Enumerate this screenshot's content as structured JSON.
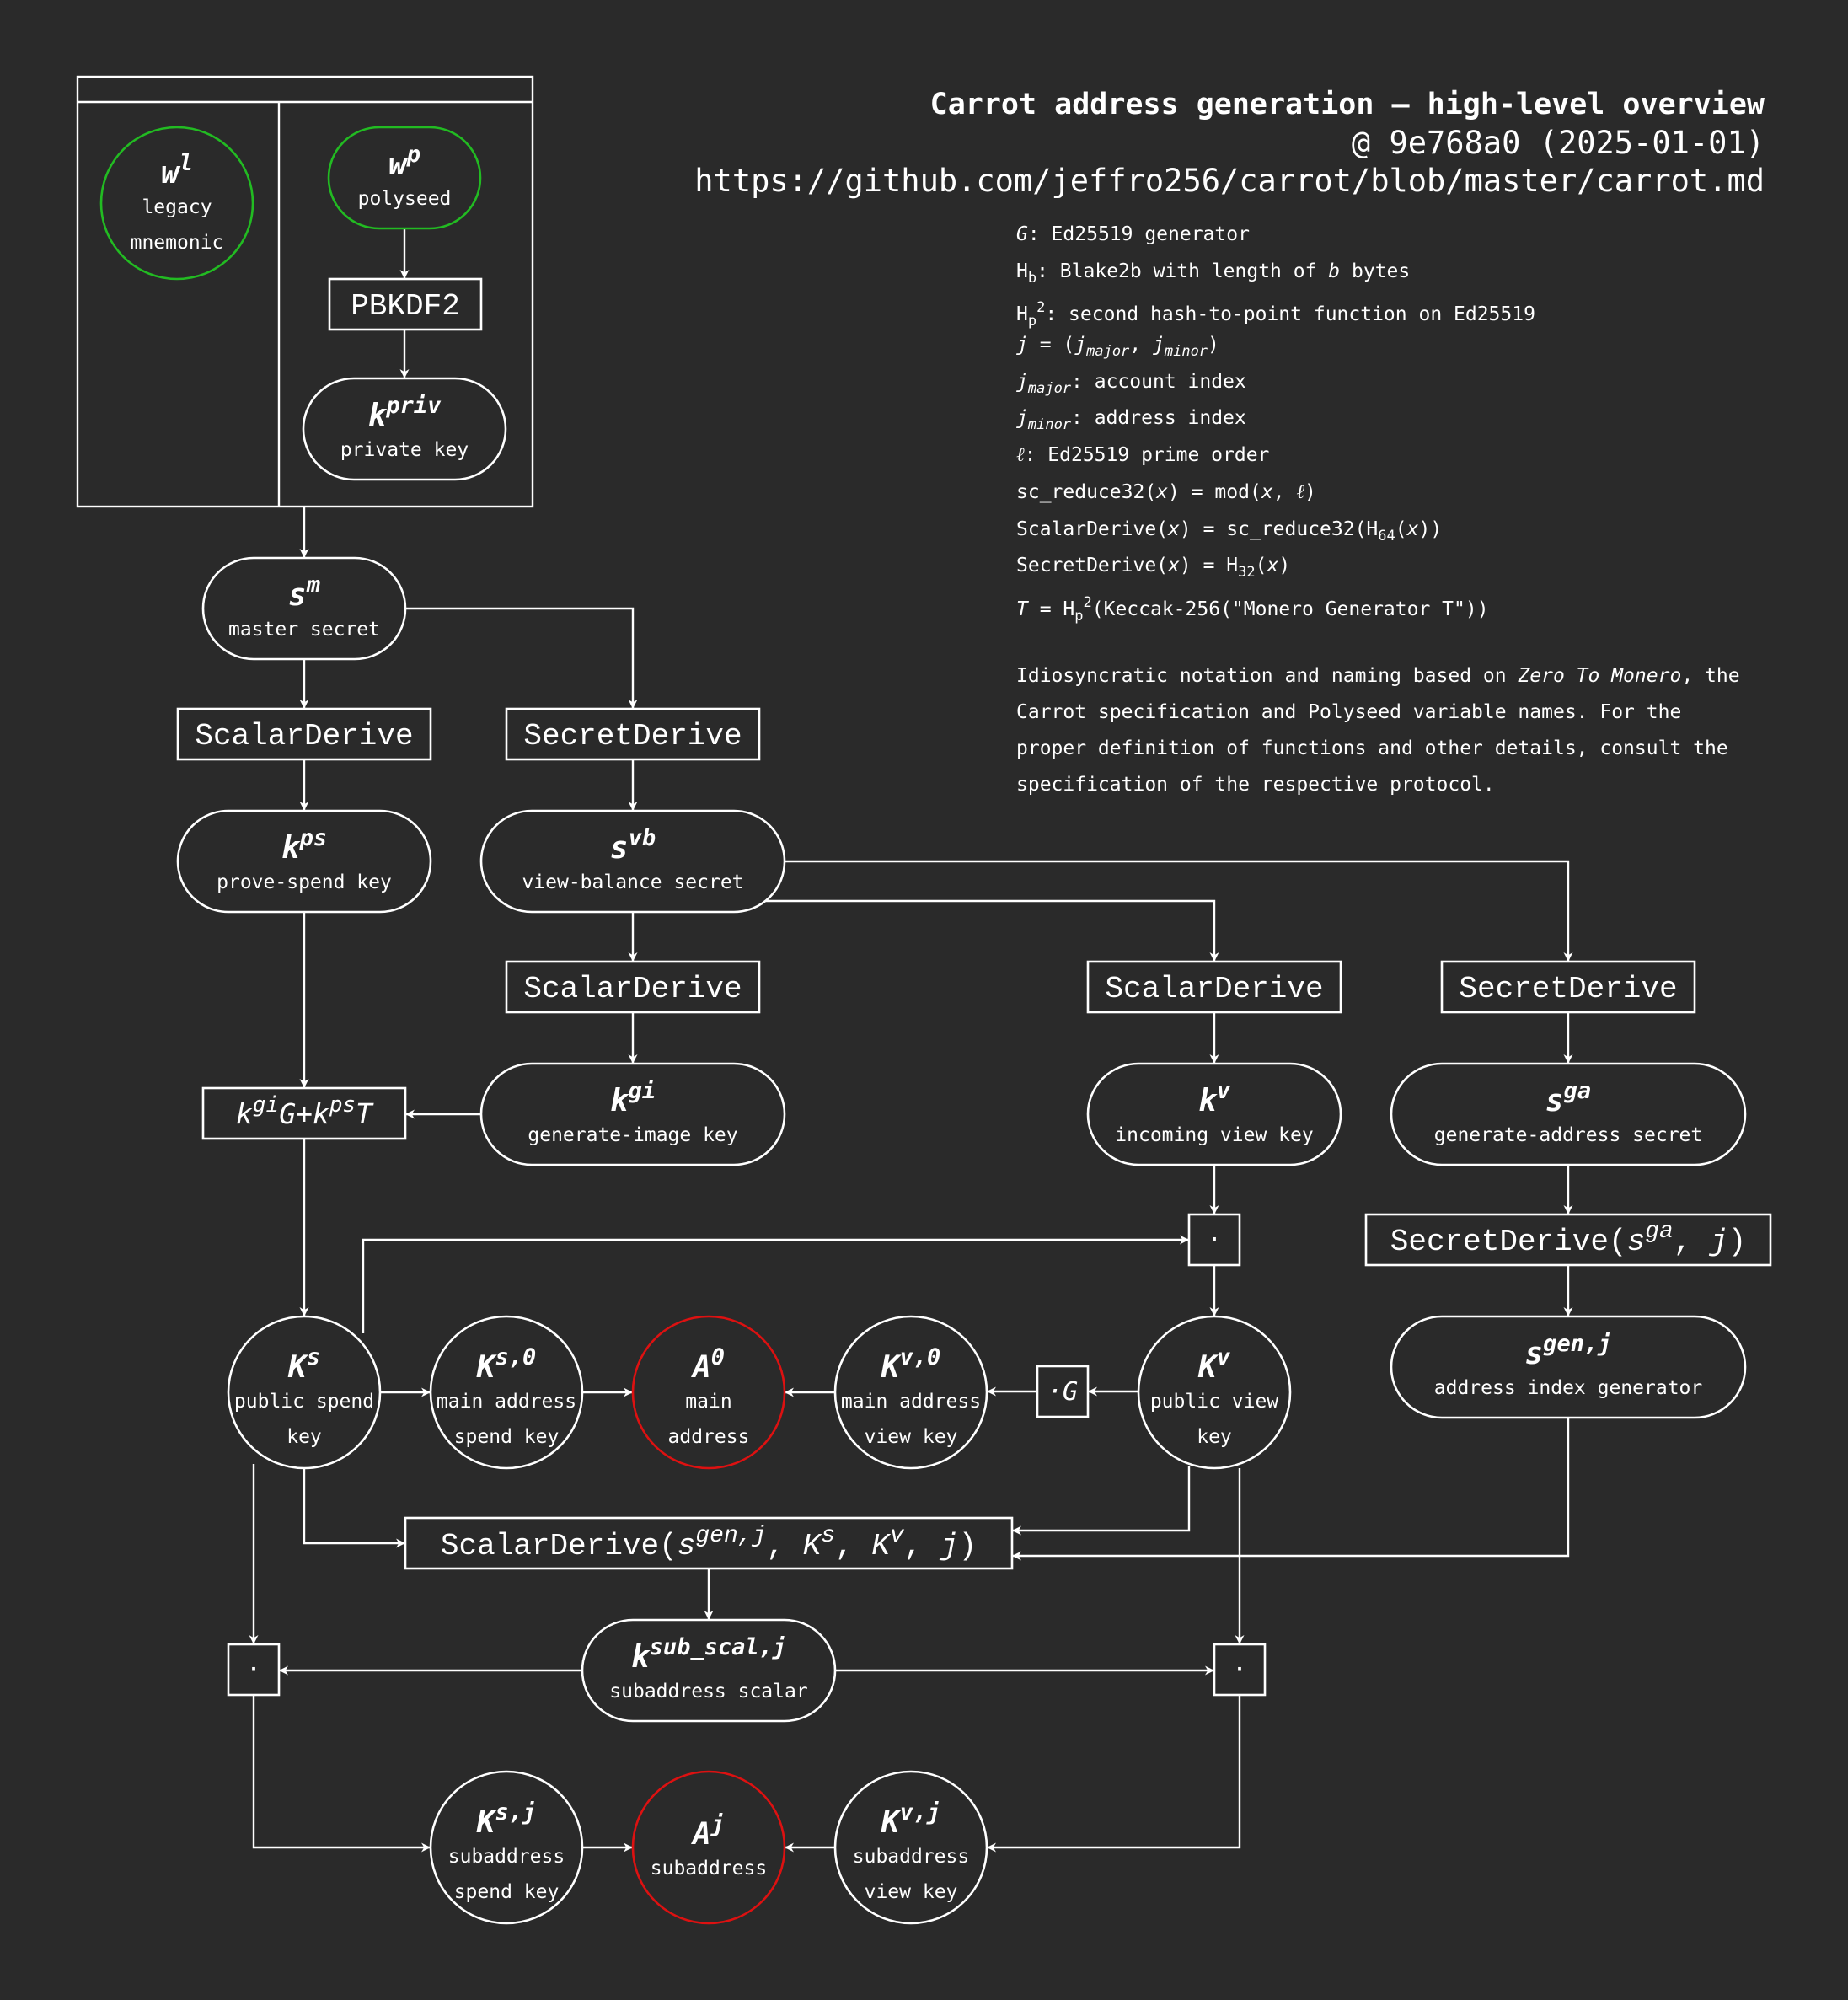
{
  "colors": {
    "background": "#2a2a2a",
    "line": "#ffffff",
    "start_node": "#22bb22",
    "address_node": "#dd1111"
  },
  "header": {
    "title": "Carrot address generation — high-level overview",
    "commit": "@ 9e768a0 (2025-01-01)",
    "url": "https://github.com/jeffro256/carrot/blob/master/carrot.md"
  },
  "legend": [
    "G: Ed25519 generator",
    "Hb: Blake2b with length of b bytes",
    "Hp2: second hash-to-point function on Ed25519",
    "j = (jmajor, jminor)",
    "jmajor: account index",
    "jminor: address index",
    "ℓ: Ed25519 prime order",
    "sc_reduce32(x) = mod(x, ℓ)",
    "ScalarDerive(x) = sc_reduce32(H64(x))",
    "SecretDerive(x) = H32(x)",
    "T = Hp2(Keccak-256(\"Monero Generator T\"))"
  ],
  "notes": [
    "Idiosyncratic notation and naming based on Zero To Monero, the",
    "Carrot specification and Polyseed variable names. For the",
    "proper definition of functions and other details, consult the",
    "specification of the respective protocol."
  ],
  "nodes": {
    "wl": {
      "symbol": "w",
      "sup": "l",
      "lines": [
        "legacy",
        "mnemonic"
      ]
    },
    "wp": {
      "symbol": "w",
      "sup": "p",
      "lines": [
        "polyseed"
      ]
    },
    "kpriv": {
      "symbol": "k",
      "sup": "priv",
      "lines": [
        "private key"
      ]
    },
    "sm": {
      "symbol": "s",
      "sup": "m",
      "lines": [
        "master secret"
      ]
    },
    "kps": {
      "symbol": "k",
      "sup": "ps",
      "lines": [
        "prove-spend key"
      ]
    },
    "svb": {
      "symbol": "s",
      "sup": "vb",
      "lines": [
        "view-balance secret"
      ]
    },
    "kgi": {
      "symbol": "k",
      "sup": "gi",
      "lines": [
        "generate-image key"
      ]
    },
    "kv": {
      "symbol": "k",
      "sup": "v",
      "lines": [
        "incoming view key"
      ]
    },
    "sga": {
      "symbol": "s",
      "sup": "ga",
      "lines": [
        "generate-address secret"
      ]
    },
    "Ks": {
      "symbol": "K",
      "sup": "s",
      "lines": [
        "public spend",
        "key"
      ]
    },
    "Ks0": {
      "symbol": "K",
      "sup": "s,0",
      "lines": [
        "main address",
        "spend key"
      ]
    },
    "A0": {
      "symbol": "A",
      "sup": "0",
      "lines": [
        "main",
        "address"
      ]
    },
    "Kv0": {
      "symbol": "K",
      "sup": "v,0",
      "lines": [
        "main address",
        "view key"
      ]
    },
    "Kv": {
      "symbol": "K",
      "sup": "v",
      "lines": [
        "public view",
        "key"
      ]
    },
    "sgenj": {
      "symbol": "s",
      "sup": "gen,j",
      "lines": [
        "address index generator"
      ]
    },
    "ksub": {
      "symbol": "k",
      "sup": "sub_scal,j",
      "lines": [
        "subaddress scalar"
      ]
    },
    "Ksj": {
      "symbol": "K",
      "sup": "s,j",
      "lines": [
        "subaddress",
        "spend key"
      ]
    },
    "Aj": {
      "symbol": "A",
      "sup": "j",
      "lines": [
        "subaddress"
      ]
    },
    "Kvj": {
      "symbol": "K",
      "sup": "v,j",
      "lines": [
        "subaddress",
        "view key"
      ]
    }
  },
  "boxes": {
    "pbkdf2": "PBKDF2",
    "scalar_derive": "ScalarDerive",
    "secret_derive": "SecretDerive",
    "kgi_combo": "kgiG+kpsT",
    "secret_derive_sga_j": "SecretDerive(sga, j)",
    "scalar_derive_gen": "ScalarDerive(sgen,j, Ks, Kv, j)",
    "dot": "·",
    "dot_g": "·G"
  }
}
